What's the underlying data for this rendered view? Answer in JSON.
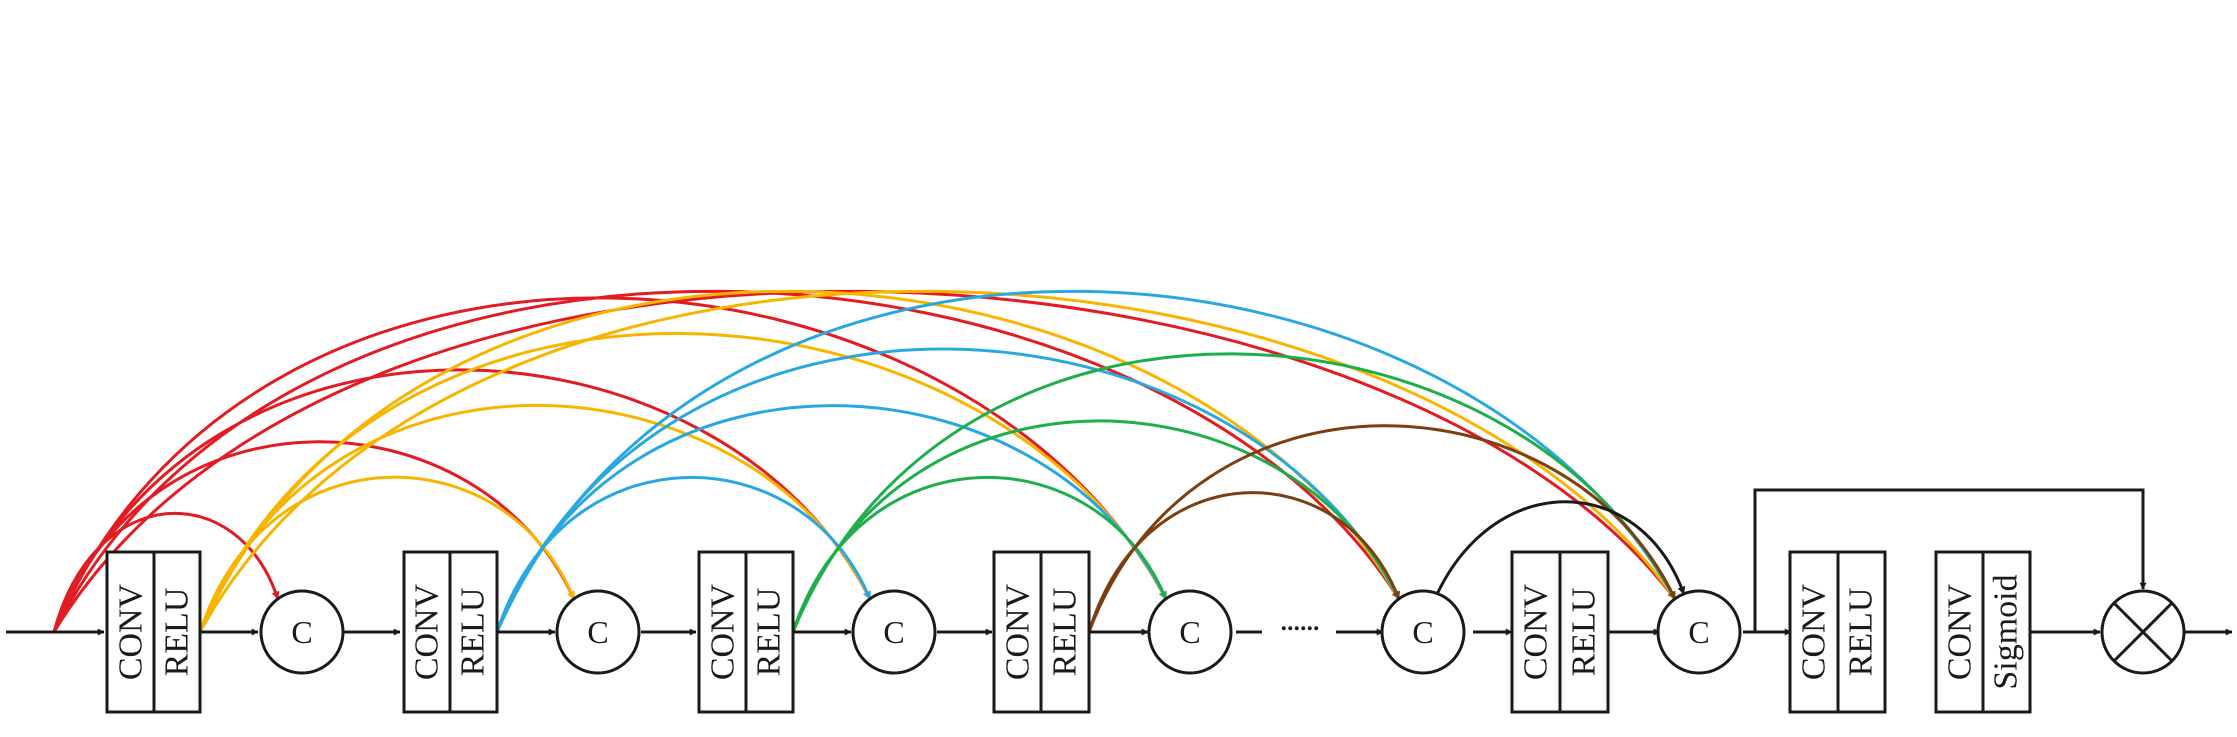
{
  "labels": {
    "conv": "CONV",
    "relu": "RELU",
    "sigmoid": "Sigmoid",
    "concat": "C",
    "ellipsis": "......"
  },
  "colors": {
    "line": "#1a1a1a",
    "red": "#e31b23",
    "orange": "#f7b500",
    "blue": "#29a8e0",
    "green": "#1fae4b",
    "brown": "#7b3f12",
    "black": "#1a1a1a"
  },
  "blocks": [
    {
      "id": "conv-relu-1",
      "top": "conv",
      "bottom": "relu"
    },
    {
      "id": "conv-relu-2",
      "top": "conv",
      "bottom": "relu"
    },
    {
      "id": "conv-relu-3",
      "top": "conv",
      "bottom": "relu"
    },
    {
      "id": "conv-relu-4",
      "top": "conv",
      "bottom": "relu"
    },
    {
      "id": "conv-relu-5",
      "top": "conv",
      "bottom": "relu"
    },
    {
      "id": "conv-relu-6",
      "top": "conv",
      "bottom": "relu"
    },
    {
      "id": "conv-sigmoid",
      "top": "conv",
      "bottom": "sigmoid"
    }
  ],
  "concat_nodes": [
    "c1",
    "c2",
    "c3",
    "c4",
    "c5",
    "c6"
  ],
  "skip_connections": [
    {
      "from": "input",
      "to": "c1",
      "color": "red"
    },
    {
      "from": "input",
      "to": "c2",
      "color": "red"
    },
    {
      "from": "input",
      "to": "c3",
      "color": "red"
    },
    {
      "from": "input",
      "to": "c4",
      "color": "red"
    },
    {
      "from": "input",
      "to": "c5",
      "color": "red"
    },
    {
      "from": "input",
      "to": "c6",
      "color": "red"
    },
    {
      "from": "block1",
      "to": "c2",
      "color": "orange"
    },
    {
      "from": "block1",
      "to": "c3",
      "color": "orange"
    },
    {
      "from": "block1",
      "to": "c4",
      "color": "orange"
    },
    {
      "from": "block1",
      "to": "c5",
      "color": "orange"
    },
    {
      "from": "block1",
      "to": "c6",
      "color": "orange"
    },
    {
      "from": "block2",
      "to": "c3",
      "color": "blue"
    },
    {
      "from": "block2",
      "to": "c4",
      "color": "blue"
    },
    {
      "from": "block2",
      "to": "c5",
      "color": "blue"
    },
    {
      "from": "block2",
      "to": "c6",
      "color": "blue"
    },
    {
      "from": "block3",
      "to": "c4",
      "color": "green"
    },
    {
      "from": "block3",
      "to": "c5",
      "color": "green"
    },
    {
      "from": "block3",
      "to": "c6",
      "color": "green"
    },
    {
      "from": "block4",
      "to": "c5",
      "color": "brown"
    },
    {
      "from": "block4",
      "to": "c6",
      "color": "brown"
    },
    {
      "from": "c5",
      "to": "c6",
      "color": "black"
    }
  ]
}
